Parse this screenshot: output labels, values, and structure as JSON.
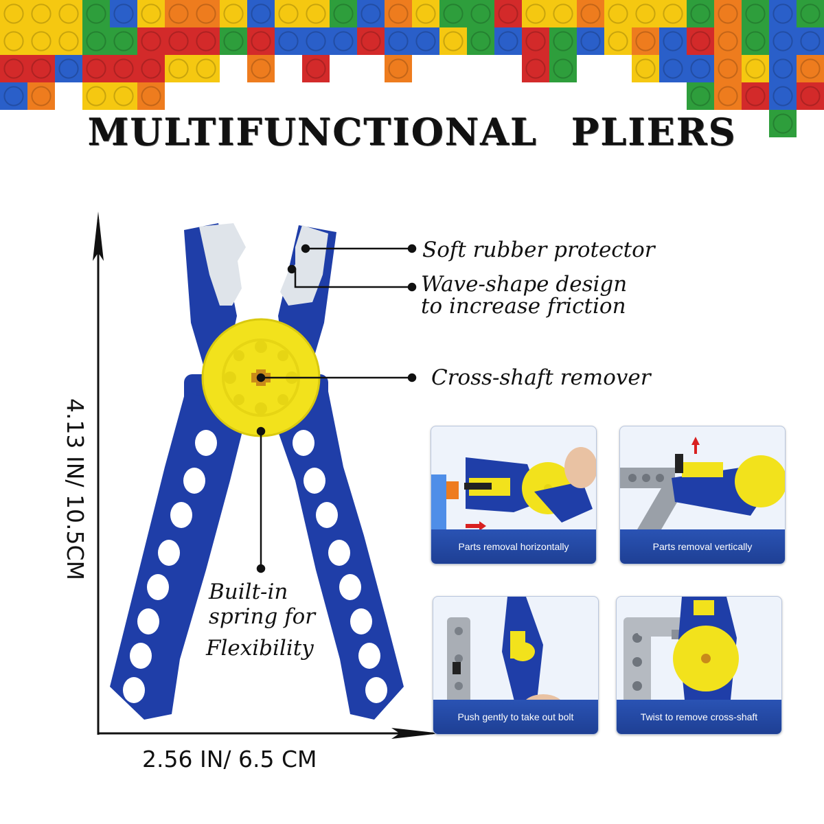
{
  "title": "MULTIFUNCTIONAL PLIERS",
  "callouts": {
    "rubber": "Soft rubber protector",
    "wave_line1": "Wave-shape design",
    "wave_line2": "to increase friction",
    "cross_shaft": "Cross-shaft remover",
    "spring_line1": "Built-in",
    "spring_line2": "spring for",
    "spring_line3": "Flexibility"
  },
  "dimensions": {
    "height": "4.13 IN/ 10.5CM",
    "width": "2.56 IN/ 6.5 CM"
  },
  "panels": [
    {
      "caption": "Parts removal horizontally"
    },
    {
      "caption": "Parts removal vertically"
    },
    {
      "caption": "Push gently to take out bolt"
    },
    {
      "caption": "Twist to remove cross-shaft"
    }
  ],
  "colors": {
    "pliers_blue": "#1f3ea8",
    "wheel_yellow": "#f2e21c",
    "brick_red": "#d32a2a",
    "brick_blue": "#2a5fc9",
    "brick_yellow": "#f5c811",
    "brick_green": "#2e9e3c",
    "brick_orange": "#ee7c1e"
  }
}
